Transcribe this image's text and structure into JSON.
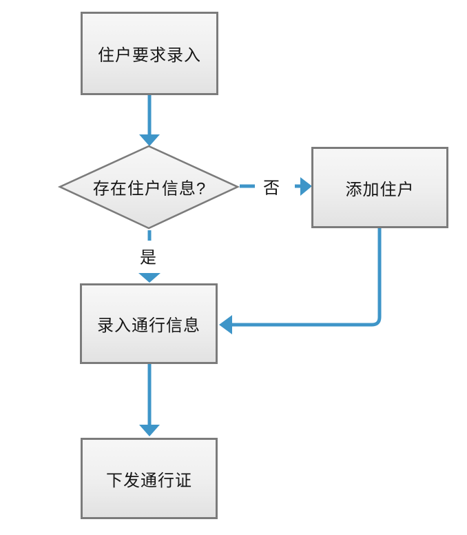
{
  "diagram": {
    "type": "flowchart",
    "colors": {
      "connector_blue": "#3e95c8",
      "node_border": "#7b7b7b",
      "node_fill_top": "#f7f7f7",
      "node_fill_bottom": "#e2e2e2",
      "text": "#161616",
      "background": "#ffffff"
    },
    "nodes": {
      "request": {
        "label": "住户要求录入",
        "shape": "rect"
      },
      "decision": {
        "label": "存在住户信息?",
        "shape": "diamond"
      },
      "add": {
        "label": "添加住户",
        "shape": "rect"
      },
      "entry": {
        "label": "录入通行信息",
        "shape": "rect"
      },
      "issue": {
        "label": "下发通行证",
        "shape": "rect"
      }
    },
    "edges": [
      {
        "from": "request",
        "to": "decision",
        "label": "",
        "style": "solid"
      },
      {
        "from": "decision",
        "to": "add",
        "label": "否",
        "style": "dashed"
      },
      {
        "from": "decision",
        "to": "entry",
        "label": "是",
        "style": "dashed"
      },
      {
        "from": "add",
        "to": "entry",
        "label": "",
        "style": "solid"
      },
      {
        "from": "entry",
        "to": "issue",
        "label": "",
        "style": "solid"
      }
    ]
  }
}
